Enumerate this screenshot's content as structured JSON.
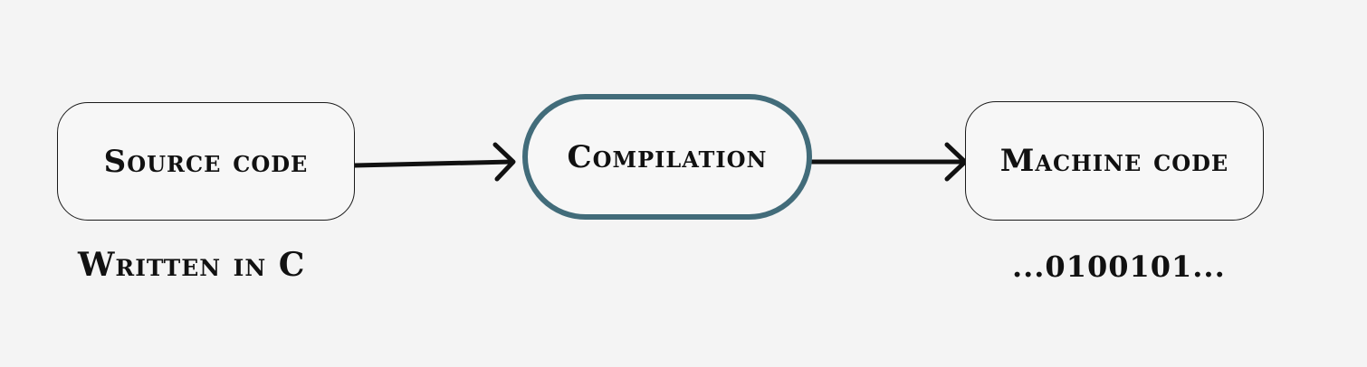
{
  "diagram": {
    "nodes": [
      {
        "id": "source",
        "label": "Source code",
        "caption": "Written in C"
      },
      {
        "id": "compile",
        "label": "Compilation"
      },
      {
        "id": "machine",
        "label": "Machine code",
        "caption": "...0100101..."
      }
    ],
    "edges": [
      {
        "from": "source",
        "to": "compile"
      },
      {
        "from": "compile",
        "to": "machine"
      }
    ],
    "colors": {
      "background": "#f4f4f4",
      "highlight_border": "#426c7a",
      "text": "#111111",
      "arrow": "#111111"
    }
  }
}
